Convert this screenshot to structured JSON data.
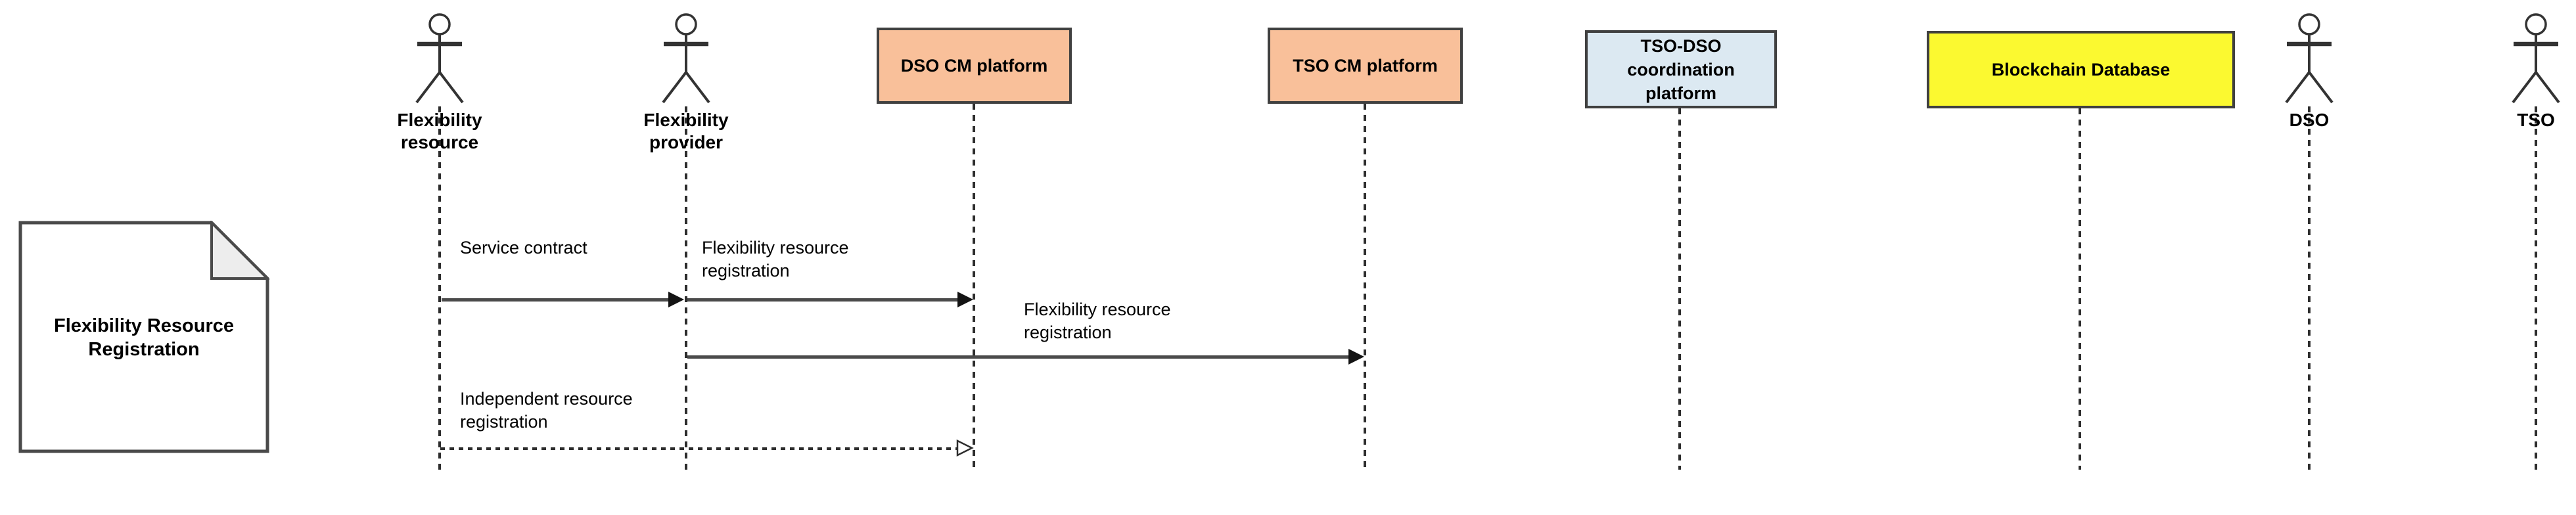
{
  "diagram": {
    "kind": "sequence-diagram",
    "note": {
      "label": "Flexibility Resource\nRegistration"
    },
    "participants": [
      {
        "label": "Flexibility\nresource",
        "type": "actor"
      },
      {
        "label": "Flexibility\nprovider",
        "type": "actor"
      },
      {
        "label": "DSO CM platform",
        "type": "box",
        "fill": "#f9c09a"
      },
      {
        "label": "TSO CM platform",
        "type": "box",
        "fill": "#f9c09a"
      },
      {
        "label": "TSO-DSO\ncoordination\nplatform",
        "type": "box",
        "fill": "#dce9f2"
      },
      {
        "label": "Blockchain Database",
        "type": "box",
        "fill": "#fbf930"
      },
      {
        "label": "DSO",
        "type": "actor"
      },
      {
        "label": "TSO",
        "type": "actor"
      }
    ],
    "messages": [
      {
        "label": "Service contract",
        "from": "Flexibility resource",
        "to": "Flexibility provider",
        "line": "solid",
        "head": "filled"
      },
      {
        "label": "Flexibility resource\nregistration",
        "from": "Flexibility provider",
        "to": "DSO CM platform",
        "line": "solid",
        "head": "filled"
      },
      {
        "label": "Flexibility resource\nregistration",
        "from": "Flexibility provider",
        "to": "TSO CM platform",
        "line": "solid",
        "head": "filled"
      },
      {
        "label": "Independent resource\nregistration",
        "from": "Flexibility resource",
        "to": "DSO CM platform",
        "line": "dashed",
        "head": "open"
      }
    ],
    "colors": {
      "background": "#ffffff",
      "salmon_box": "#f9c09a",
      "blue_box": "#dce9f2",
      "yellow_box": "#fbf930",
      "border": "#404040",
      "arrow": "#4a4a4a",
      "text": "#000000",
      "note_fold": "#ededed"
    }
  }
}
